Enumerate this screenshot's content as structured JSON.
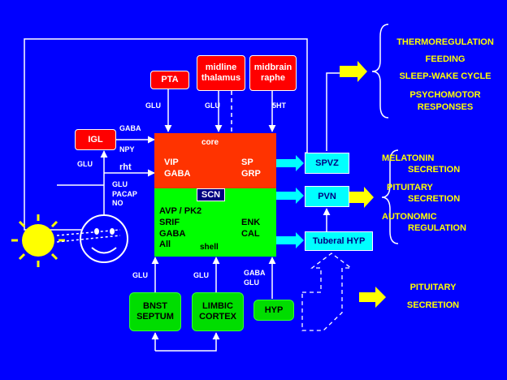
{
  "colors": {
    "background": "#0000FF",
    "scn_core": "#FF3300",
    "scn_shell": "#00FF00",
    "input_box": "#FF0000",
    "output_box": "#00FFFF",
    "limbic_box": "#00DD00",
    "outcome_text": "#FFFF00",
    "block_arrow": "#FFFF00"
  },
  "icons": [
    "sun-icon",
    "face-icon",
    "yellow-block-arrow-icon",
    "dashed-outline-arrow-icon"
  ],
  "scn": {
    "core_label": "core",
    "shell_label": "shell",
    "badge": "SCN",
    "core_left": [
      "VIP",
      "GABA"
    ],
    "core_right": [
      "SP",
      "GRP"
    ],
    "shell_left": [
      "AVP / PK2",
      "SRIF",
      "GABA",
      "All"
    ],
    "shell_right": [
      "ENK",
      "CAL"
    ]
  },
  "inputs": {
    "pta": {
      "name": "PTA",
      "transmitter": "GLU"
    },
    "midline_thalamus": {
      "name": [
        "midline",
        "thalamus"
      ],
      "transmitter": "GLU"
    },
    "midbrain_raphe": {
      "name": [
        "midbrain",
        "raphe"
      ],
      "transmitter": "5HT"
    },
    "igl": {
      "name": "IGL",
      "transmitters": [
        "GABA",
        "NPY"
      ],
      "input_transmitter": "GLU"
    },
    "rht": {
      "name": "rht",
      "transmitters": [
        "GLU",
        "PACAP",
        "NO"
      ]
    }
  },
  "limbic": {
    "bnst": {
      "name": [
        "BNST",
        "SEPTUM"
      ],
      "transmitter": "GLU"
    },
    "cortex": {
      "name": [
        "LIMBIC",
        "CORTEX"
      ],
      "transmitter": "GLU"
    },
    "hyp": {
      "name": "HYP",
      "transmitters": [
        "GABA",
        "GLU"
      ]
    }
  },
  "outputs": {
    "spvz": "SPVZ",
    "pvn": "PVN",
    "tuberal": "Tuberal HYP"
  },
  "functions": {
    "spvz": [
      "THERMOREGULATION",
      "FEEDING",
      "SLEEP-WAKE CYCLE",
      "PSYCHOMOTOR",
      "RESPONSES"
    ],
    "pvn_melatonin": [
      "MELATONIN",
      "SECRETION"
    ],
    "pvn_pituitary": [
      "PITUITARY",
      "SECRETION"
    ],
    "pvn_autonomic": [
      "AUTONOMIC",
      "REGULATION"
    ],
    "bottom": [
      "PITUITARY",
      "SECRETION"
    ]
  }
}
